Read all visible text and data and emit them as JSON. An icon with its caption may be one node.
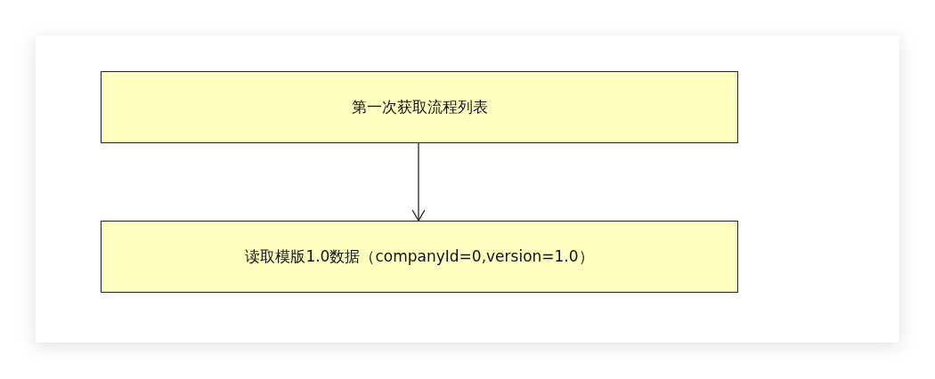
{
  "diagram": {
    "nodes": [
      {
        "text": [
          "第一次获取流程列表"
        ]
      },
      {
        "text": [
          "读取模版1.0数据（companyId=0,version=1.0）"
        ]
      }
    ],
    "edges": [
      {
        "from": 0,
        "to": 1,
        "arrow": "to"
      }
    ]
  }
}
